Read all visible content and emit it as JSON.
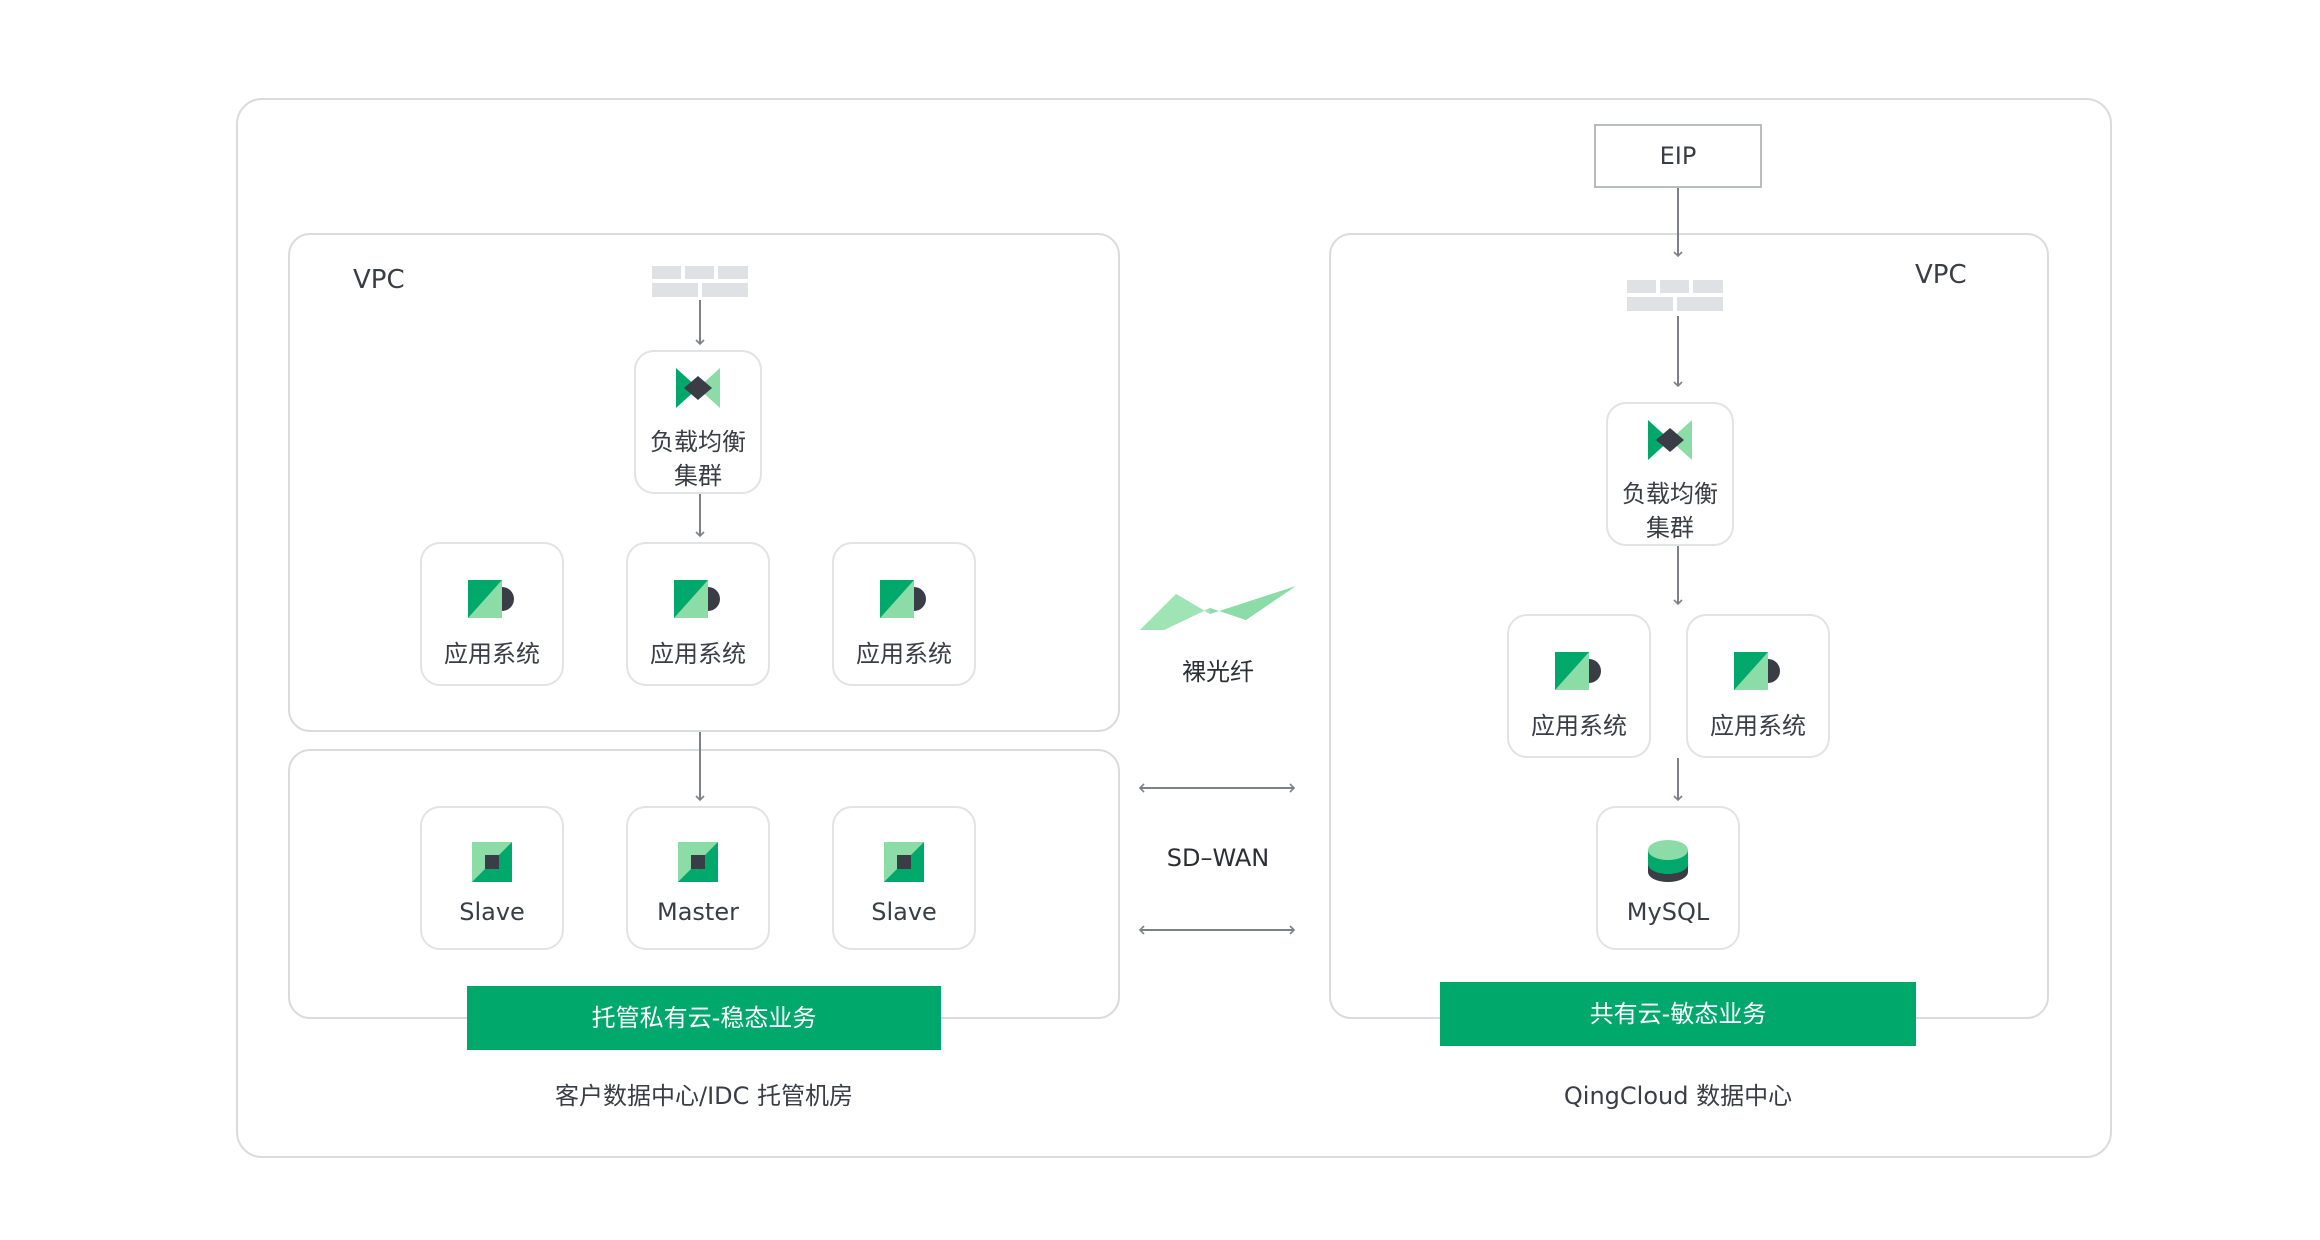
{
  "left": {
    "vpc_label": "VPC",
    "lb_label_line1": "负载均衡",
    "lb_label_line2": "集群",
    "apps": [
      "应用系统",
      "应用系统",
      "应用系统"
    ],
    "db_nodes": [
      "Slave",
      "Master",
      "Slave"
    ],
    "banner": "托管私有云-稳态业务",
    "caption": "客户数据中心/IDC 托管机房"
  },
  "right": {
    "eip_label": "EIP",
    "vpc_label": "VPC",
    "lb_label_line1": "负载均衡",
    "lb_label_line2": "集群",
    "apps": [
      "应用系统",
      "应用系统"
    ],
    "db_label": "MySQL",
    "banner": "共有云-敏态业务",
    "caption": "QingCloud 数据中心"
  },
  "middle": {
    "fiber_label": "裸光纤",
    "sdwan_label": "SD–WAN"
  },
  "colors": {
    "green": "#00a86b",
    "light_green": "#8bdca7",
    "dark": "#3a3d45",
    "border": "#d9dbdf",
    "firewall": "#dfe1e5"
  }
}
